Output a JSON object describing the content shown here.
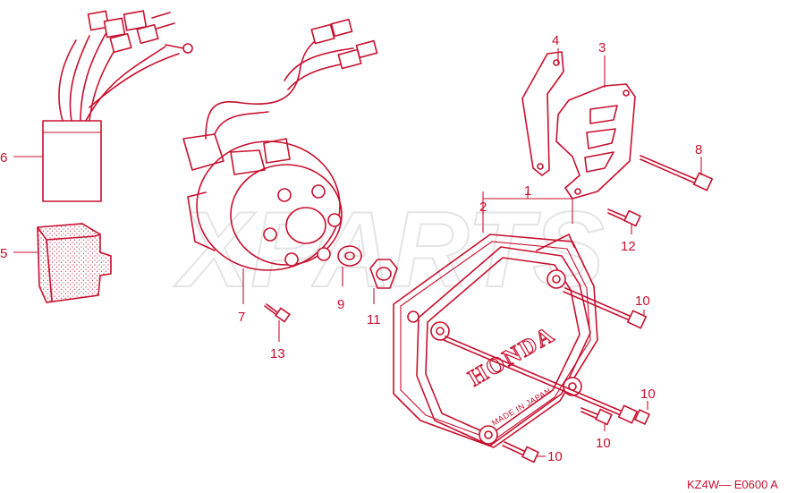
{
  "watermark": "XPARTS",
  "part_labels": {
    "p1": "1",
    "p2": "2",
    "p3": "3",
    "p4": "4",
    "p5": "5",
    "p6": "6",
    "p7": "7",
    "p8": "8",
    "p9": "9",
    "p11": "11",
    "p12": "12",
    "p13": "13",
    "p10a": "10",
    "p10b": "10",
    "p10c": "10",
    "p10d": "10"
  },
  "cover_text": {
    "brand": "HONDA",
    "origin": "MADE IN JAPAN"
  },
  "diagram_code": "KZ4W— E0600 A",
  "colors": {
    "line": "#c8102e",
    "background": "#ffffff"
  }
}
